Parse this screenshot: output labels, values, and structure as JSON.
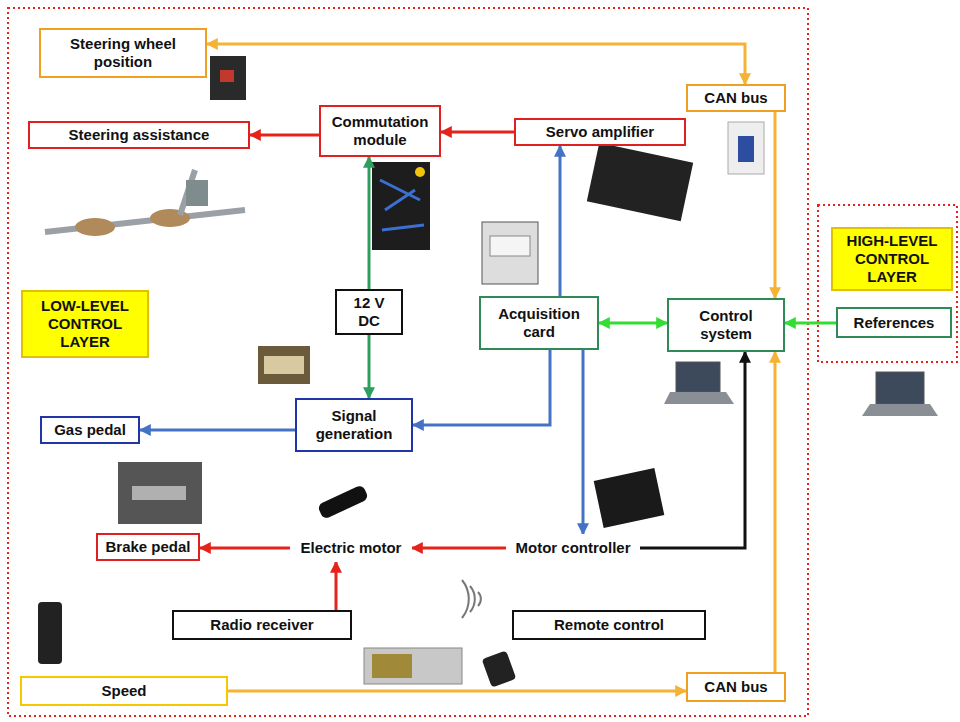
{
  "diagram": {
    "nodes": [
      {
        "text": [
          "Steering wheel position"
        ]
      },
      {
        "text": [
          "CAN bus"
        ]
      },
      {
        "text": [
          "Steering assistance"
        ]
      },
      {
        "text": [
          "Commutation module"
        ]
      },
      {
        "text": [
          "Servo amplifier"
        ]
      },
      {
        "text": [
          "HIGH-LEVEL CONTROL LAYER"
        ]
      },
      {
        "text": [
          "LOW-LEVEL CONTROL LAYER"
        ]
      },
      {
        "text": [
          "12 V DC"
        ]
      },
      {
        "text": [
          "Acquisition card"
        ]
      },
      {
        "text": [
          "Control system"
        ]
      },
      {
        "text": [
          "References"
        ]
      },
      {
        "text": [
          "Gas pedal"
        ]
      },
      {
        "text": [
          "Signal generation"
        ]
      },
      {
        "text": [
          "Brake pedal"
        ]
      },
      {
        "text": [
          "Electric motor"
        ]
      },
      {
        "text": [
          "Motor controller"
        ]
      },
      {
        "text": [
          "Radio receiver"
        ]
      },
      {
        "text": [
          "Remote control"
        ]
      },
      {
        "text": [
          "Speed"
        ]
      },
      {
        "text": [
          "CAN bus"
        ]
      }
    ],
    "edges": [
      {
        "from": 0,
        "to": 1,
        "arrow": "both"
      },
      {
        "from": 1,
        "to": 9,
        "arrow": "to"
      },
      {
        "from": 4,
        "to": 3,
        "arrow": "to"
      },
      {
        "from": 3,
        "to": 2,
        "arrow": "to"
      },
      {
        "from": 7,
        "to": 3,
        "arrow": "to"
      },
      {
        "from": 7,
        "to": 12,
        "arrow": "to"
      },
      {
        "from": 8,
        "to": 4,
        "arrow": "to"
      },
      {
        "from": 8,
        "to": 9,
        "arrow": "both"
      },
      {
        "from": 10,
        "to": 9,
        "arrow": "to"
      },
      {
        "from": 8,
        "to": 12,
        "arrow": "to"
      },
      {
        "from": 12,
        "to": 11,
        "arrow": "to"
      },
      {
        "from": 8,
        "to": 15,
        "arrow": "to"
      },
      {
        "from": 15,
        "to": 14,
        "arrow": "to"
      },
      {
        "from": 14,
        "to": 13,
        "arrow": "to"
      },
      {
        "from": 15,
        "to": 9,
        "arrow": "to"
      },
      {
        "from": 16,
        "to": 14,
        "arrow": "to"
      },
      {
        "from": 18,
        "to": 19,
        "arrow": "to"
      },
      {
        "from": 19,
        "to": 9,
        "arrow": "to"
      }
    ]
  }
}
